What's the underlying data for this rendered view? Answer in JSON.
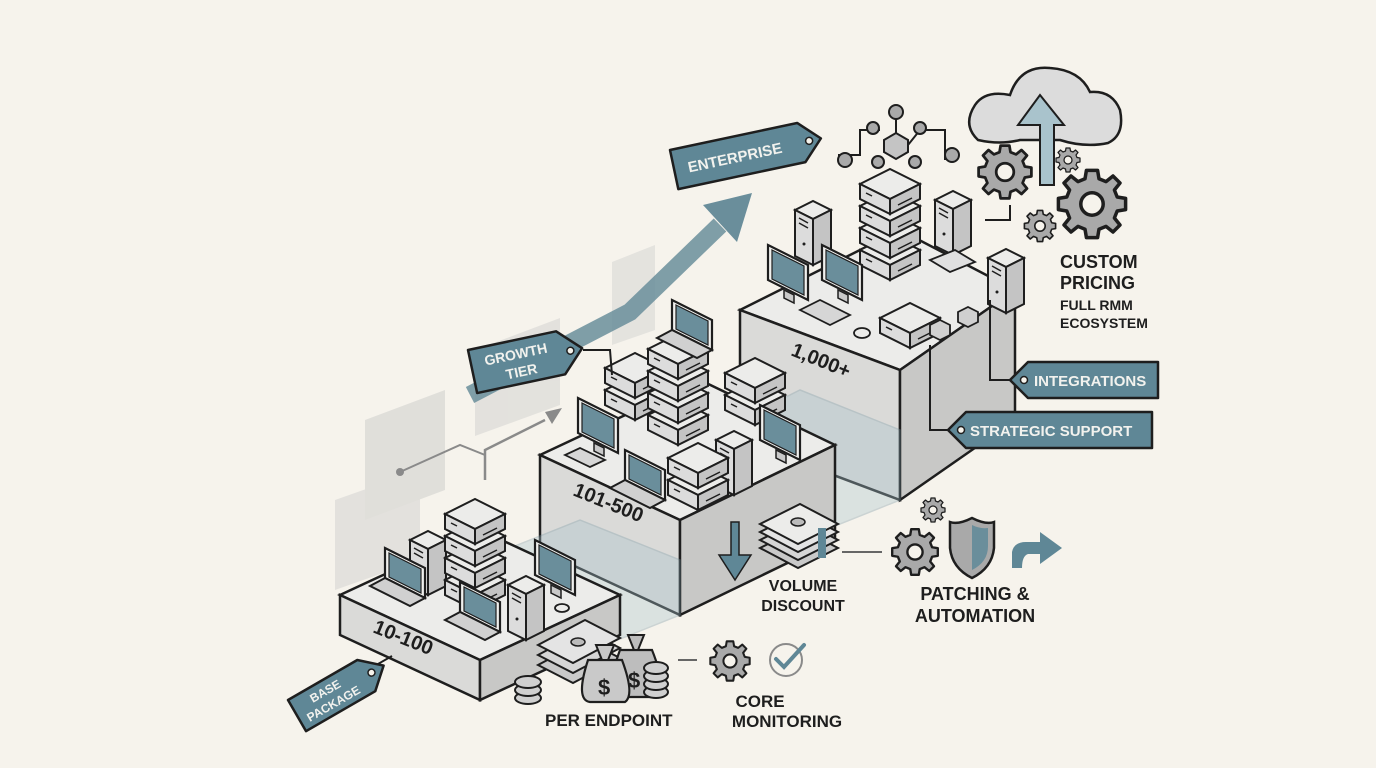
{
  "colors": {
    "background": "#f6f3ec",
    "accent": "#5f8796",
    "outline": "#1e1e1e",
    "device_gray": "#c9c9c9",
    "platform_top": "#ececea",
    "platform_side": "#d6d6d4"
  },
  "tiers": [
    {
      "range": "10-100",
      "tag": [
        "BASE",
        "PACKAGE"
      ]
    },
    {
      "range": "101-500",
      "tag": [
        "GROWTH",
        "TIER"
      ]
    },
    {
      "range": "1,000+",
      "tag": [
        "ENTERPRISE"
      ]
    }
  ],
  "features": {
    "per_endpoint": "PER ENDPOINT",
    "core_monitoring": [
      "CORE",
      "MONITORING"
    ],
    "volume_discount": [
      "VOLUME",
      "DISCOUNT"
    ],
    "patching": [
      "PATCHING &",
      "AUTOMATION"
    ],
    "custom_pricing": [
      "CUSTOM",
      "PRICING"
    ],
    "full_rmm": [
      "FULL RMM",
      "ECOSYSTEM"
    ],
    "integrations": "INTEGRATIONS",
    "strategic_support": "STRATEGIC SUPPORT"
  },
  "icons": {
    "money": "money-stack-icon",
    "bags": "money-bag-icon",
    "gear": "gear-icon",
    "check": "check-circle-icon",
    "shield": "shield-icon",
    "arrow_down": "arrow-down-icon",
    "arrow_right": "arrow-right-icon",
    "cloud": "cloud-icon",
    "growth_arrow": "growth-arrow-icon"
  }
}
